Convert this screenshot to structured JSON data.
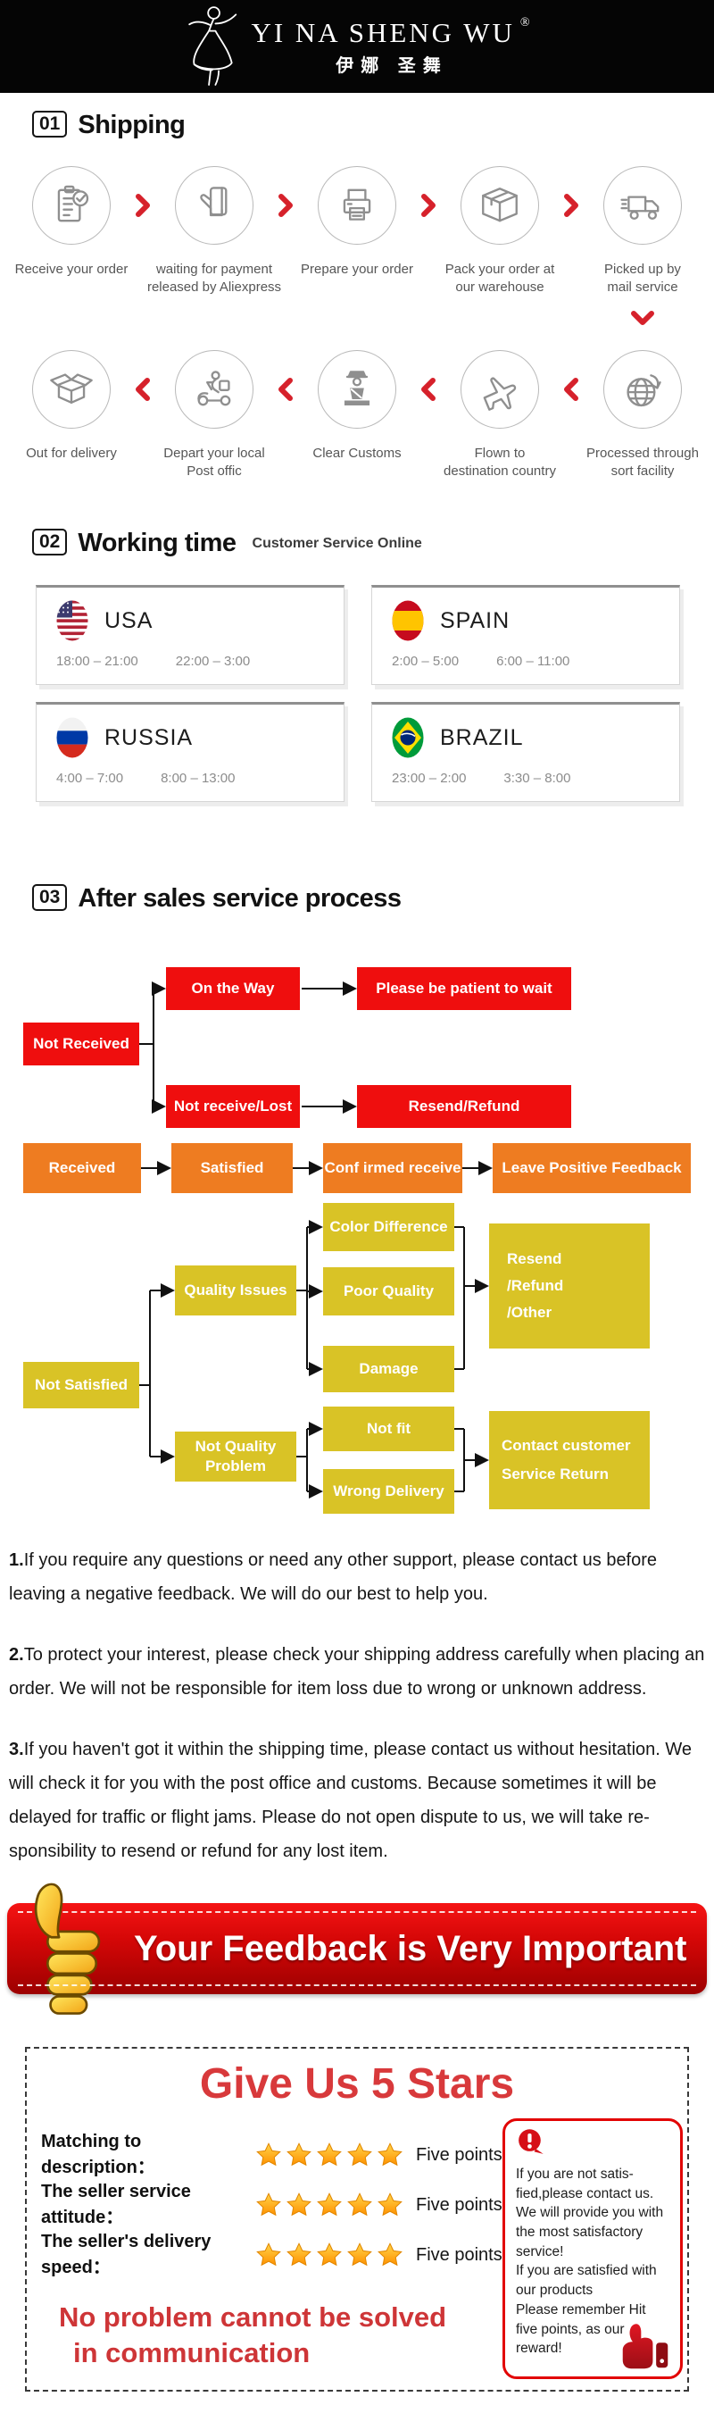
{
  "header": {
    "brand": "YI NA SHENG WU",
    "reg": "®",
    "brand_cn": "伊娜 圣舞"
  },
  "shipping": {
    "num": "01",
    "title": "Shipping",
    "row1": [
      {
        "icon": "order-checklist-icon",
        "label": "Receive your order"
      },
      {
        "icon": "payment-card-icon",
        "label": "waiting for payment\nreleased by Aliexpress"
      },
      {
        "icon": "printer-icon",
        "label": "Prepare your order"
      },
      {
        "icon": "package-box-icon",
        "label": "Pack your order at\nour warehouse"
      },
      {
        "icon": "delivery-truck-icon",
        "label": "Picked up by\nmail service"
      }
    ],
    "row2": [
      {
        "icon": "open-box-icon",
        "label": "Out  for delivery"
      },
      {
        "icon": "courier-scooter-icon",
        "label": "Depart your local\nPost offic"
      },
      {
        "icon": "customs-officer-icon",
        "label": "Clear Customs"
      },
      {
        "icon": "airplane-icon",
        "label": "Flown to\ndestination country"
      },
      {
        "icon": "globe-icon",
        "label": "Processed through\nsort facility"
      }
    ]
  },
  "working_time": {
    "num": "02",
    "title": "Working time",
    "subtitle": "Customer Service Online",
    "countries": [
      {
        "name": "USA",
        "t1": "18:00 – 21:00",
        "t2": "22:00 – 3:00"
      },
      {
        "name": "SPAIN",
        "t1": "2:00 – 5:00",
        "t2": "6:00 – 11:00"
      },
      {
        "name": "RUSSIA",
        "t1": "4:00 – 7:00",
        "t2": "8:00 – 13:00"
      },
      {
        "name": "BRAZIL",
        "t1": "23:00 – 2:00",
        "t2": "3:30 – 8:00"
      }
    ]
  },
  "after_sales": {
    "num": "03",
    "title": "After sales service process",
    "flow": {
      "not_received": "Not Received",
      "on_the_way": "On the Way",
      "be_patient": "Please be patient to wait",
      "not_receive_lost": "Not receive/Lost",
      "resend_refund": "Resend/Refund",
      "received": "Received",
      "satisfied": "Satisfied",
      "confirmed_receive": "Conf irmed receive",
      "leave_feedback": "Leave Positive Feedback",
      "not_satisfied": "Not Satisfied",
      "quality_issues": "Quality Issues",
      "color_difference": "Color Difference",
      "poor_quality": "Poor Quality",
      "damage": "Damage",
      "resend_refund_other": "Resend\n/Refund\n/Other",
      "not_quality_problem": "Not Quality\nProblem",
      "not_fit": "Not fit",
      "wrong_delivery": "Wrong Delivery",
      "contact_customer": "Contact customer\nService Return"
    }
  },
  "notes": [
    {
      "n": "1.",
      "t": "If you require any questions or need any other support, please contact us before leaving a negative feedback. We will do our best to help you."
    },
    {
      "n": "2.",
      "t": "To protect your interest, please check your shipping address carefully when placing an order. We will not be responsible for item loss due to wrong or unknown address."
    },
    {
      "n": "3.",
      "t": "If you haven't got it within the shipping time, please contact us without hesitation. We will check it for you with the post office and customs. Because sometimes it will be delayed for traffic or flight jams. Please do not open dispute to us, we will take re-sponsibility to resend or refund for any lost item."
    }
  ],
  "banner": {
    "text": "Your Feedback is Very Important"
  },
  "stars_box": {
    "title": "Give Us 5 Stars",
    "rows": [
      {
        "label": "Matching to description：",
        "stars": 5,
        "points": "Five points"
      },
      {
        "label": "The seller service attitude：",
        "stars": 5,
        "points": "Five points"
      },
      {
        "label": "The seller's delivery speed：",
        "stars": 5,
        "points": "Five points"
      }
    ],
    "slogan1": "No problem cannot be solved",
    "slogan2": "in communication",
    "tip": "If you are not satis-\nfied,please contact us.\nWe will provide you with\nthe most satisfactory\nservice!\nIf you are satisfied with\nour products\nPlease remember Hit\nfive points, as our\nreward!"
  },
  "colors": {
    "accent_red": "#d6212b",
    "flow_red": "#ef0e0e",
    "flow_orange": "#ee7c21",
    "flow_yellow": "#d9c326",
    "star_orange": "#ff9d1c",
    "title_red": "#d8393b"
  }
}
